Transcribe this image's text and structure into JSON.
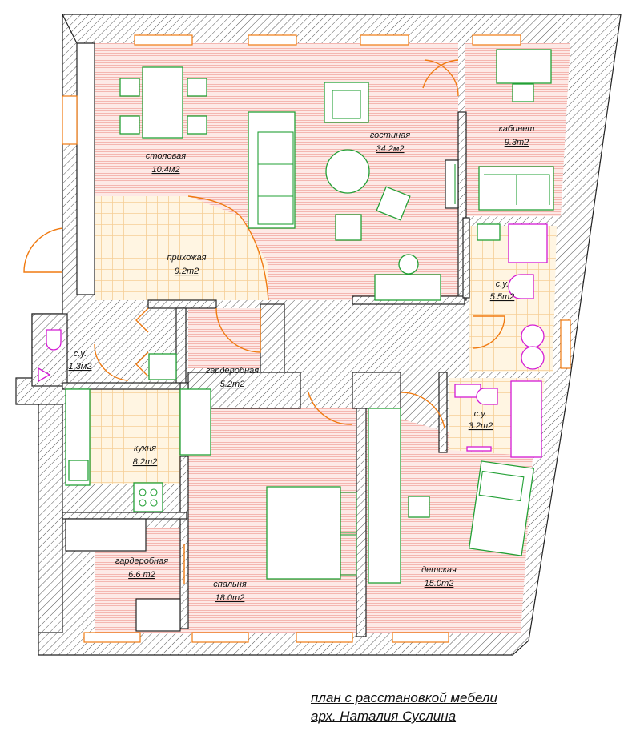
{
  "rooms": {
    "dining": {
      "name": "столовая",
      "area": "10.4м2"
    },
    "living": {
      "name": "гостиная",
      "area": "34.2м2"
    },
    "study": {
      "name": "кабинет",
      "area": "9.3m2"
    },
    "hall": {
      "name": "прихожая",
      "area": "9.2m2"
    },
    "wc_small": {
      "name": "с.у.",
      "area": "1.3м2"
    },
    "wc_right": {
      "name": "с.у.",
      "area": "5.5m2"
    },
    "wardrobe_mid": {
      "name": "гардеробная",
      "area": "5.2m2"
    },
    "wc_bath": {
      "name": "с.у.",
      "area": "3.2m2"
    },
    "kitchen": {
      "name": "кухня",
      "area": "8.2m2"
    },
    "wardrobe_left": {
      "name": "гардеробная",
      "area": "6.6 m2"
    },
    "bedroom": {
      "name": "спальня",
      "area": "18.0m2"
    },
    "kids": {
      "name": "детская",
      "area": "15.0m2"
    }
  },
  "caption": {
    "line1": "план с расстановкой мебели",
    "line2": "арх. Наталия Суслина"
  },
  "colors": {
    "wood": "#f7c9c4",
    "tile": "#fff2dc",
    "furniture": "#22a035",
    "plumbing": "#d41ad4",
    "doors": "#f07a10"
  }
}
